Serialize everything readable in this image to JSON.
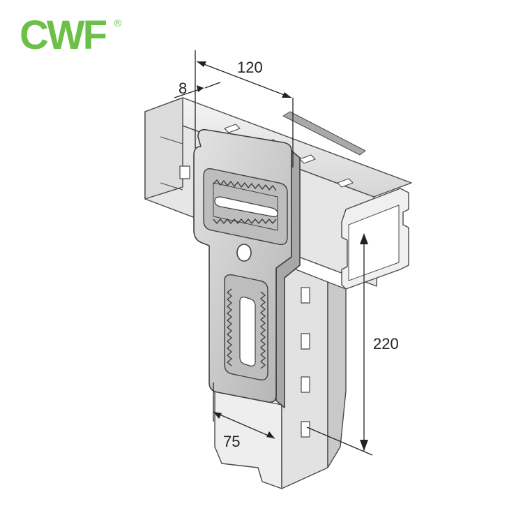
{
  "brand": {
    "name": "CWF",
    "mark": "®",
    "color": "#6cc04a"
  },
  "dimensions": {
    "width_top": "120",
    "thickness": "8",
    "height": "220",
    "width_bottom": "75"
  },
  "colors": {
    "steel_light": "#eeeeee",
    "steel_mid": "#cfcfcf",
    "steel_dark": "#9a9a9a",
    "outline": "#4a4a4a",
    "dim_line": "#222222"
  }
}
